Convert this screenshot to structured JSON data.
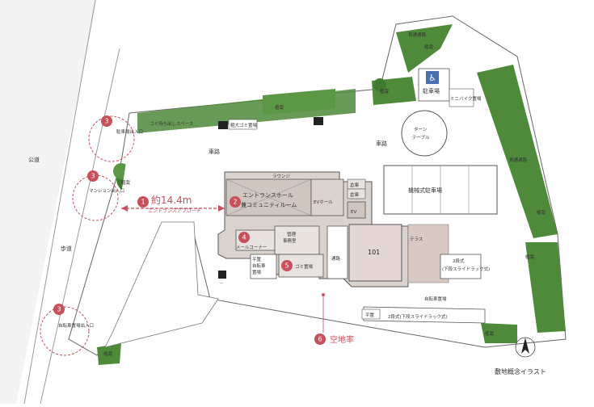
{
  "colors": {
    "accent": "#c8505a",
    "building": "#d9d2cd",
    "unit101": "#e4d6d2",
    "green": "#4f8a3b",
    "paving": "#ffffff",
    "outline": "#555555"
  },
  "labels": {
    "public_road": "公道",
    "walkway": "歩道",
    "driveway_top": "車路",
    "driveway_mid": "車路",
    "turn_table": "ターン\nテーブル",
    "turn_table_1": "ターン",
    "turn_table_2": "テーブル",
    "parking": "駐車場",
    "through_path_top": "貫通通路",
    "through_path_right": "貫通通路",
    "mini_bike": "ミニバイク置場",
    "mech_parking": "機械式駐車場",
    "lounge": "ラウンジ",
    "entrance_hall_1": "エントランスホール",
    "entrance_hall_2": "兼コミュニティルーム",
    "ev_hall": "EVホール",
    "ev": "EV",
    "storage1": "倉庫",
    "storage2": "倉庫",
    "mail_corner": "メールコーナー",
    "management_1": "管理",
    "management_2": "事務室",
    "garbage": "ゴミ置場",
    "bicycle_flat_1": "平置",
    "bicycle_flat_2": "自転車",
    "bicycle_flat_3": "置場",
    "passage": "通路",
    "unit": "101",
    "terrace": "テラス",
    "two_tier_a": "2段式",
    "two_tier_b": "(下段スライドラック式)",
    "bicycle_parking": "自転車置場",
    "flat": "平置",
    "two_tier_bottom": "2段式(下段スライドラック式)",
    "garbage_carry": "ゴミ持ち出しスペース",
    "bulky_garbage": "粗大ゴミ置場",
    "planting": "植栽",
    "mansion_entry": "マンション出入口",
    "car_entry": "駐車場出入口",
    "bike_entry": "自転車置場出入口",
    "approach_marker": "1",
    "approach_distance": "約14.4m",
    "approach_label": "エントランスアプローチ",
    "marker2": "2",
    "marker3": "3",
    "marker4": "4",
    "marker5": "5",
    "marker6": "6",
    "open_space": "空地率",
    "caption": "敷地概念イラスト",
    "north": "N"
  },
  "icons": {
    "accessible": "wheelchair-icon",
    "compass": "north-arrow-icon"
  }
}
